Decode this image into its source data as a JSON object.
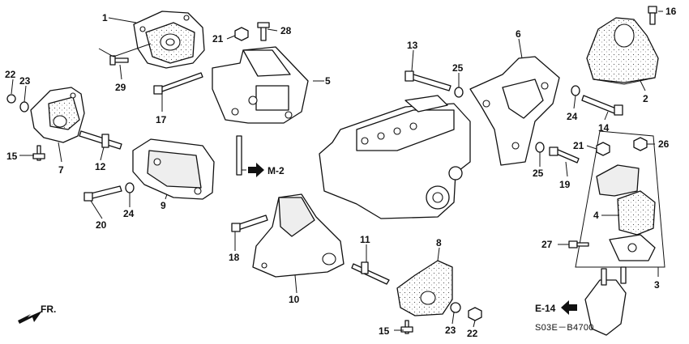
{
  "labels": {
    "p1": "1",
    "p2": "2",
    "p3": "3",
    "p4": "4",
    "p5": "5",
    "p6": "6",
    "p7": "7",
    "p8": "8",
    "p9": "9",
    "p10": "10",
    "p11": "11",
    "p12": "12",
    "p13": "13",
    "p14": "14",
    "p15a": "15",
    "p15b": "15",
    "p16": "16",
    "p17": "17",
    "p18": "18",
    "p19": "19",
    "p20": "20",
    "p21a": "21",
    "p21b": "21",
    "p22a": "22",
    "p22b": "22",
    "p23a": "23",
    "p23b": "23",
    "p24a": "24",
    "p24b": "24",
    "p25a": "25",
    "p25b": "25",
    "p26": "26",
    "p27": "27",
    "p28": "28",
    "p29": "29"
  },
  "refs": {
    "m2": "M-2",
    "e14": "E-14",
    "front": "FR."
  },
  "diagram_code": "S03E－B4700"
}
